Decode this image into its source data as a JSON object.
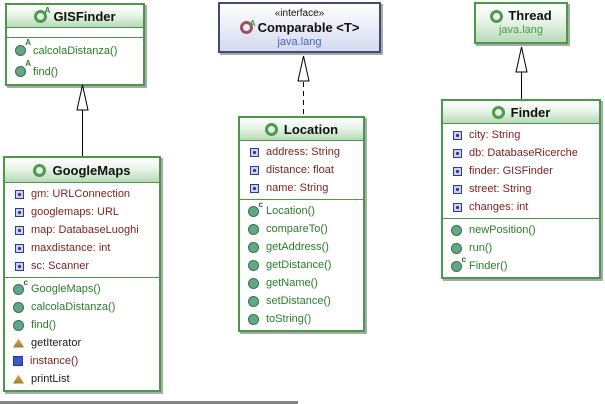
{
  "classes": {
    "gisfinder": {
      "name": "GISFinder",
      "kind": "abstract class",
      "methods": [
        "calcolaDistanza()",
        "find()"
      ]
    },
    "comparable": {
      "stereotype": "«interface»",
      "name": "Comparable <T>",
      "package": "java.lang",
      "kind": "interface"
    },
    "thread": {
      "name": "Thread",
      "package": "java.lang",
      "kind": "class"
    },
    "googlemaps": {
      "name": "GoogleMaps",
      "kind": "class",
      "fields": [
        "gm: URLConnection",
        "googlemaps: URL",
        "map: DatabaseLuoghi",
        "maxdistance: int",
        "sc: Scanner"
      ],
      "methods": [
        "GoogleMaps()",
        "calcolaDistanza()",
        "find()",
        "getIterator",
        "instance()",
        "printList"
      ]
    },
    "location": {
      "name": "Location",
      "kind": "class",
      "fields": [
        "address: String",
        "distance: float",
        "name: String"
      ],
      "methods": [
        "Location()",
        "compareTo()",
        "getAddress()",
        "getDistance()",
        "getName()",
        "setDistance()",
        "toString()"
      ]
    },
    "finder": {
      "name": "Finder",
      "kind": "class",
      "fields": [
        "city: String",
        "db: DatabaseRicerche",
        "finder: GISFinder",
        "street: String",
        "changes: int"
      ],
      "methods": [
        "newPosition()",
        "run()",
        "Finder()"
      ]
    }
  },
  "relations": [
    {
      "from": "GoogleMaps",
      "to": "GISFinder",
      "type": "extends",
      "line": "solid"
    },
    {
      "from": "Location",
      "to": "Comparable",
      "type": "implements",
      "line": "dashed"
    },
    {
      "from": "Finder",
      "to": "Thread",
      "type": "extends",
      "line": "solid"
    }
  ],
  "icons": {
    "class-icon": "green ring",
    "abstract-class-icon": "green ring with A superscript",
    "interface-icon": "maroon ring with green A superscript",
    "method-icon": "teal filled circle",
    "abstract-method-icon": "teal circle with A superscript",
    "constructor-icon": "teal circle with c superscript",
    "field-icon": "blue square bullet",
    "property-icon": "tan triangle",
    "static-method-icon": "blue filled square"
  },
  "colors": {
    "class_border": "#4a984a",
    "class_header_bottom": "#b7dab7",
    "interface_border": "#414d70",
    "interface_header_bottom": "#d6d9ef",
    "field_text": "#7d1e1e",
    "method_text": "#2a7d2a",
    "plain_text": "#1a1a1a",
    "package_green": "#4a984a",
    "package_blue": "#3f63c9",
    "shadow": "#a9a9a9"
  }
}
